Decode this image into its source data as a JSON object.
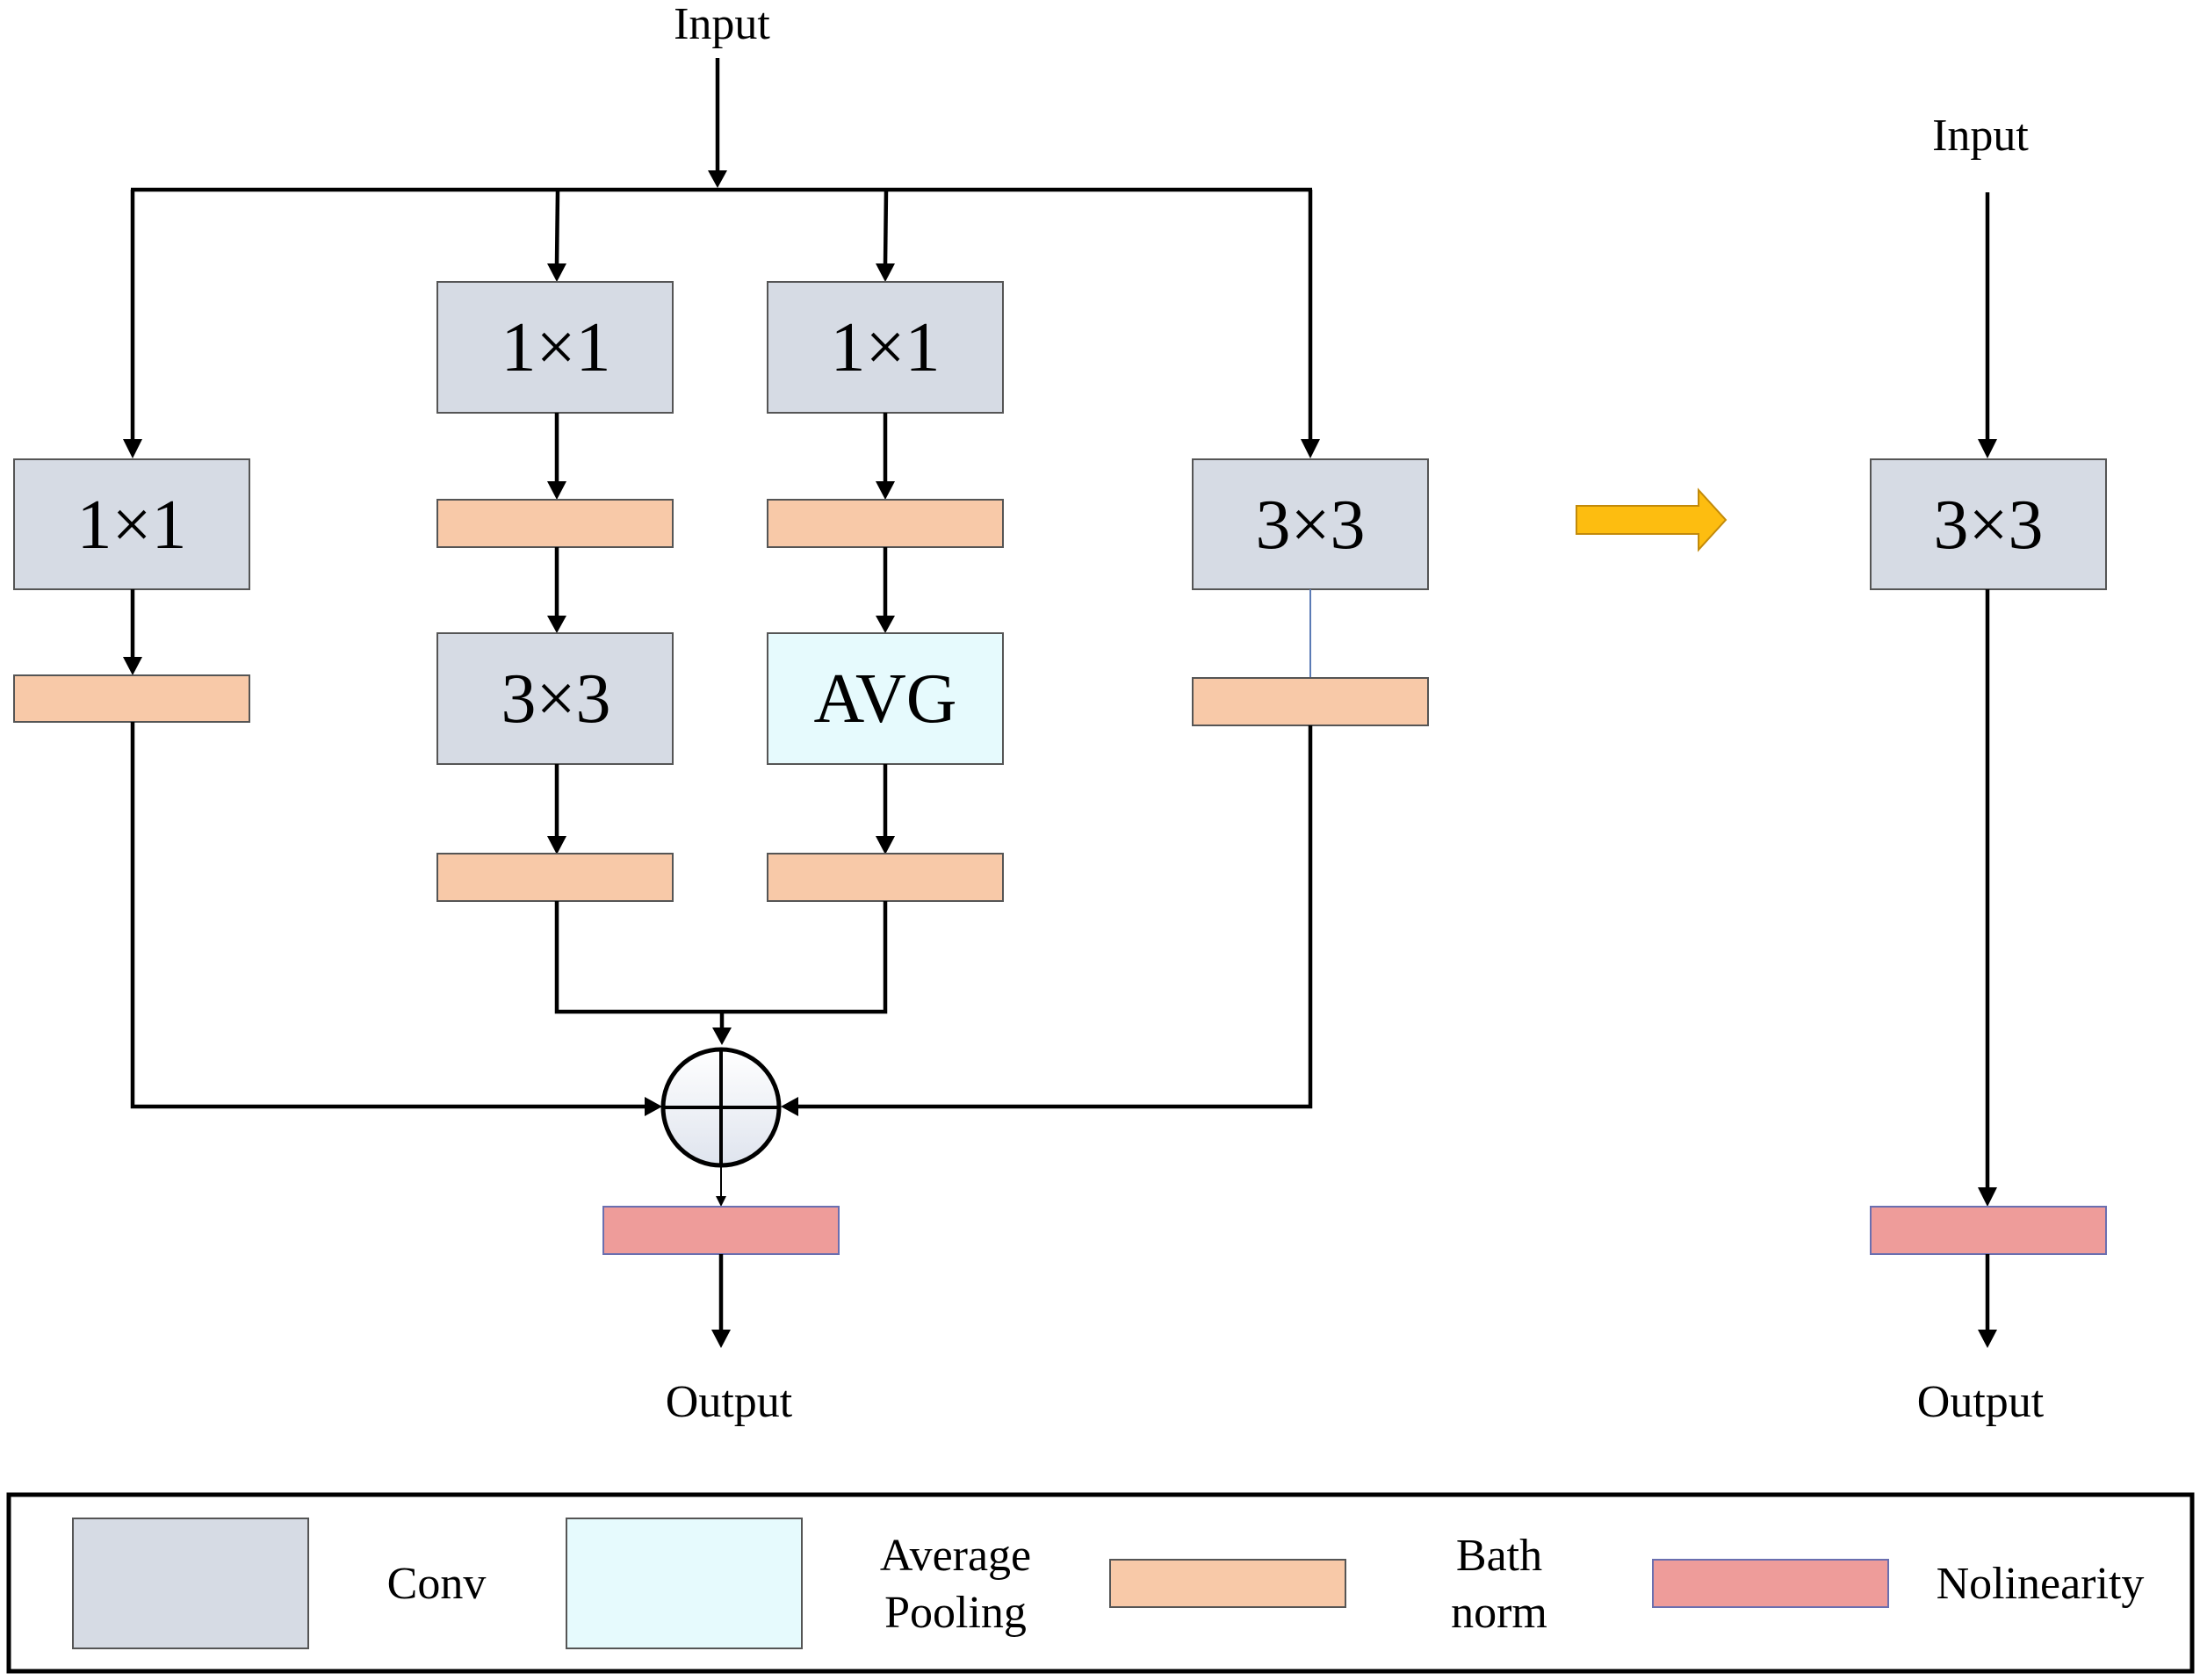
{
  "diagram": {
    "left": {
      "input_label": "Input",
      "output_label": "Output",
      "branch1_conv": "1×1",
      "branch2_conv1": "1×1",
      "branch2_conv2": "3×3",
      "branch3_conv": "1×1",
      "branch3_pool": "AVG",
      "branch4_conv": "3×3"
    },
    "right": {
      "input_label": "Input",
      "output_label": "Output",
      "conv": "3×3"
    },
    "arrow_color": "#fdbd10"
  },
  "legend": {
    "conv": "Conv",
    "avg_line1": "Average",
    "avg_line2": "Pooling",
    "bn_line1": "Bath",
    "bn_line2": "norm",
    "nonlinearity": "Nolinearity"
  },
  "colors": {
    "conv": "#d6dbe4",
    "avg_pool": "#e6fafd",
    "batch_norm": "#f8c9a8",
    "nonlinearity": "#ee9c9a"
  }
}
